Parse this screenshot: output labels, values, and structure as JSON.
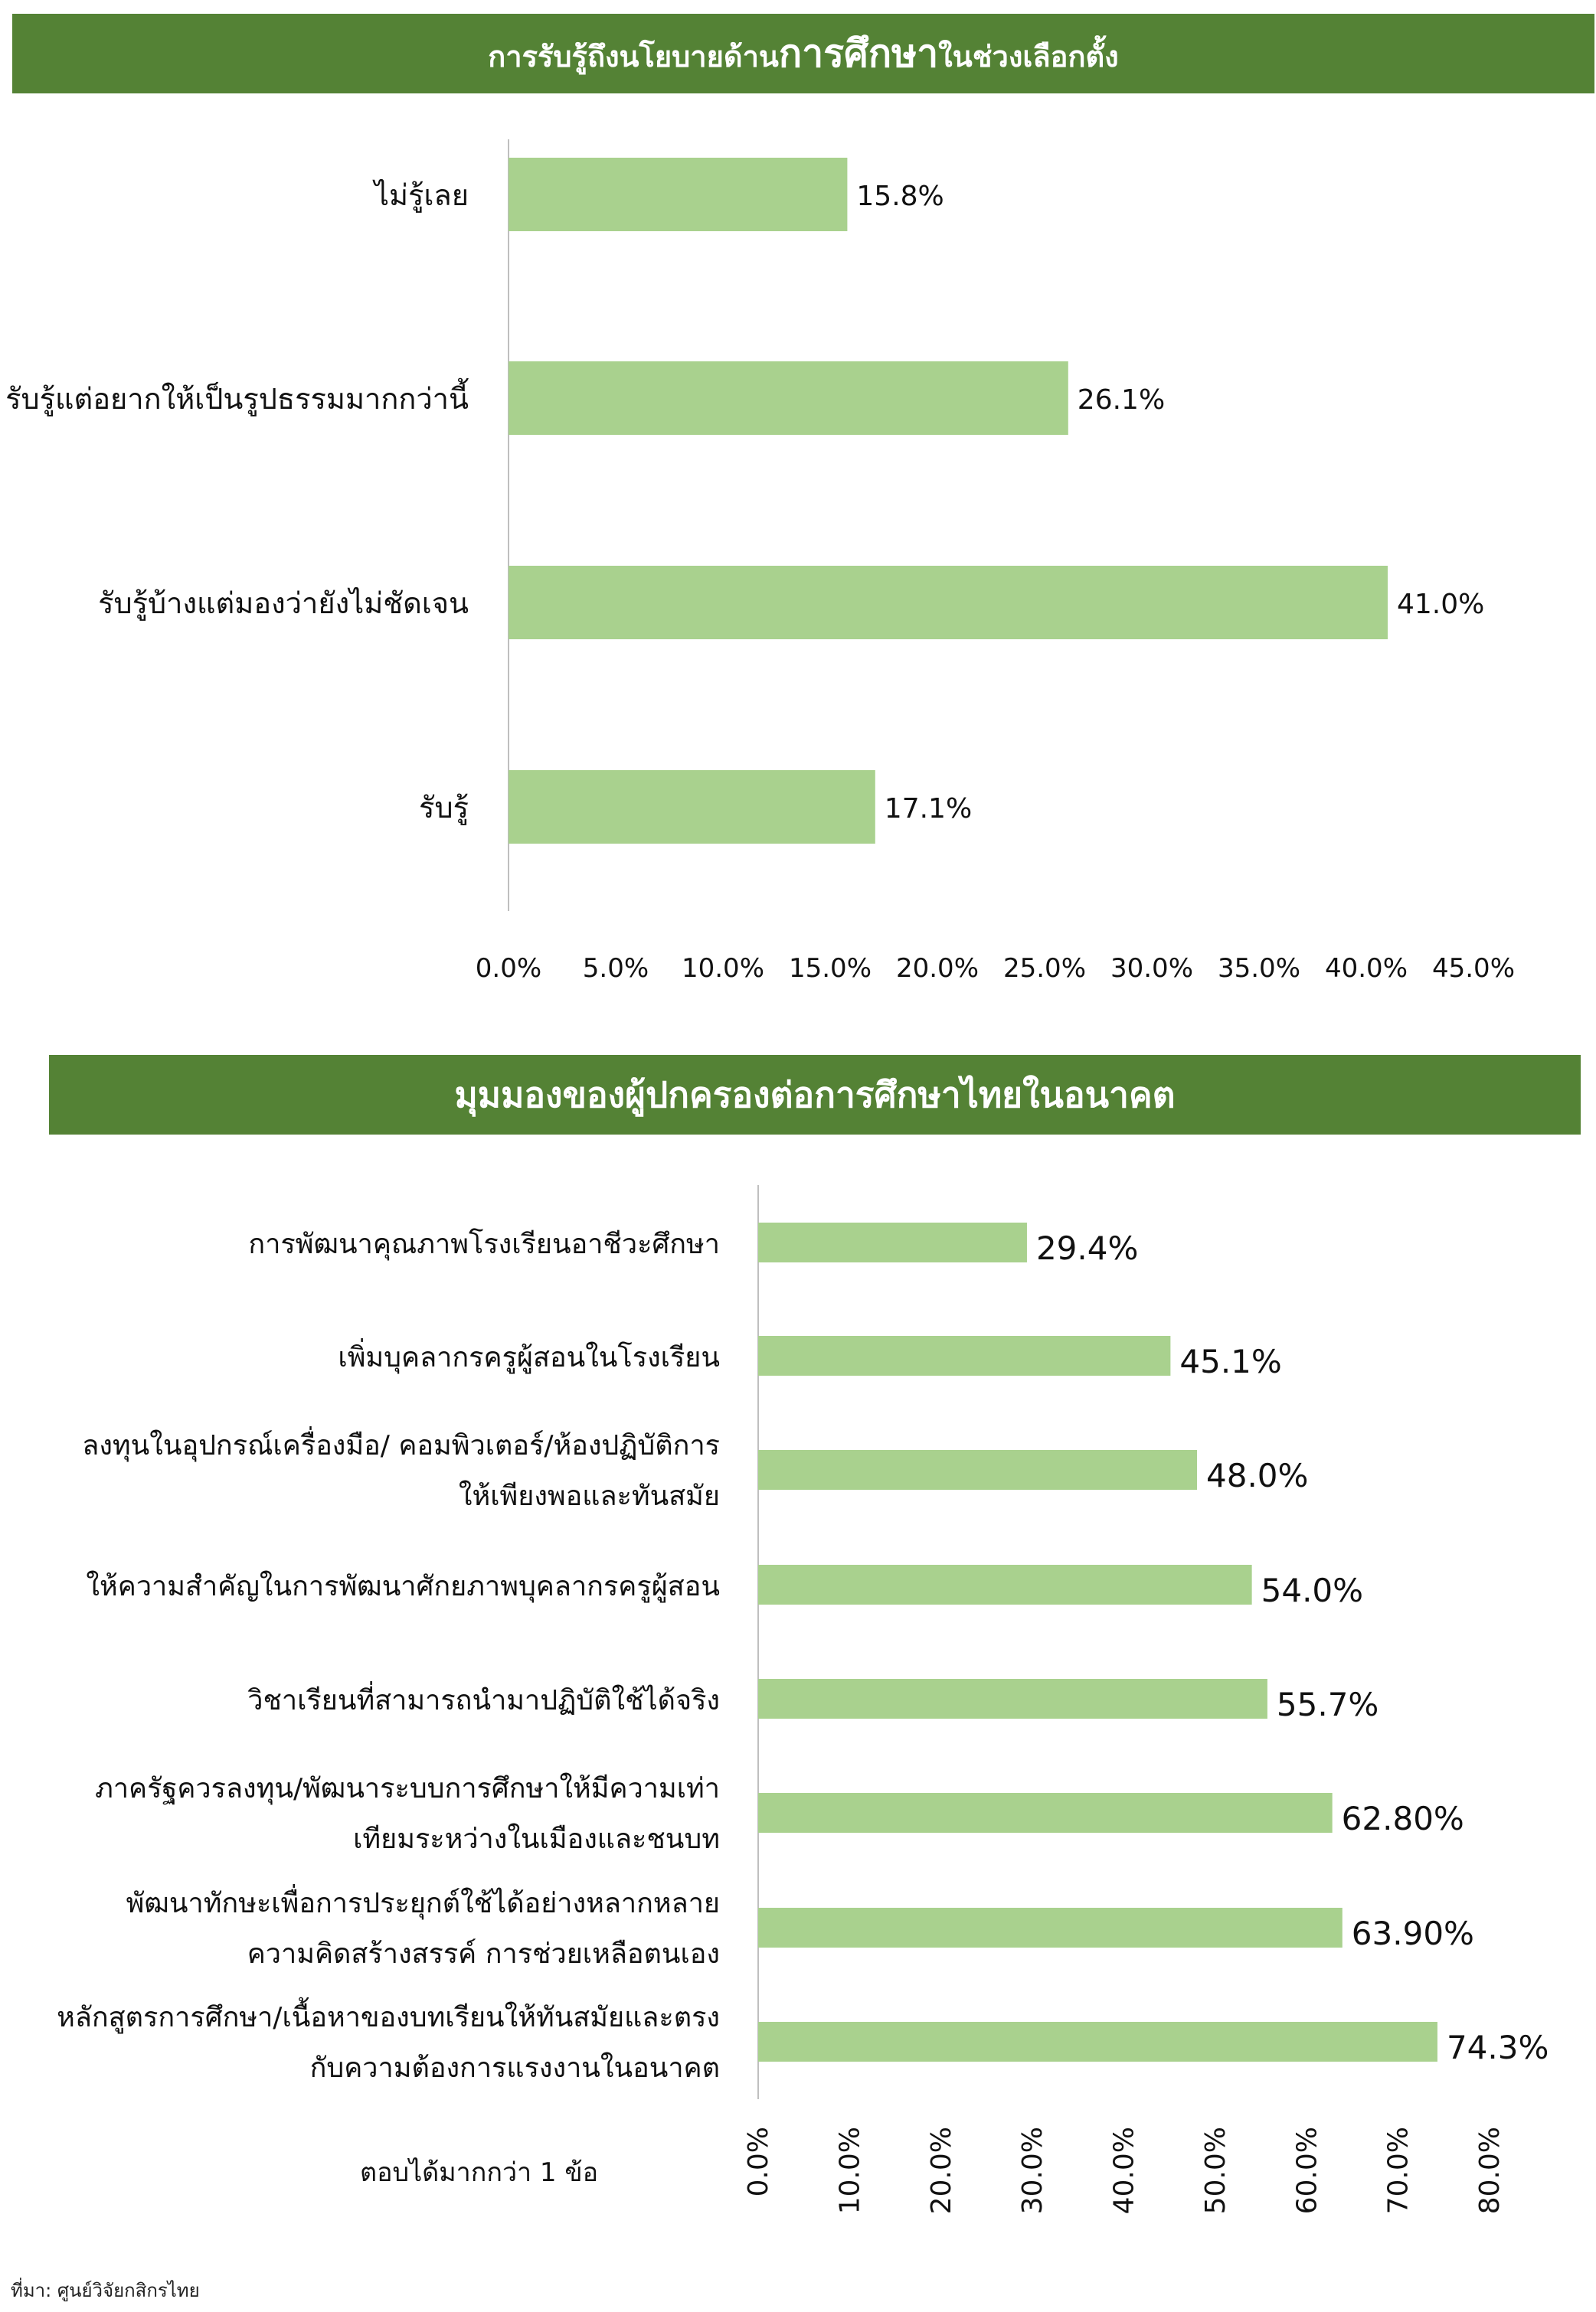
{
  "banner1": {
    "prefix": "การรับรู้ถึงนโยบายด้าน",
    "emphasis": "การศึกษา",
    "suffix": "ในช่วงเลือกตั้ง"
  },
  "banner2": {
    "title": "มุมมองของผู้ปกครองต่อการศึกษาไทยในอนาคต"
  },
  "note": "ตอบได้มากกว่า 1 ข้อ",
  "source": "ที่มา: ศูนย์วิจัยกสิกรไทย",
  "colors": {
    "banner": "#548235",
    "bar": "#a9d18e",
    "axis": "#bfbfbf"
  },
  "chart_data": [
    {
      "type": "bar",
      "orientation": "horizontal",
      "categories": [
        "ไม่รู้เลย",
        "รับรู้แต่อยากให้เป็นรูปธรรมมากกว่านี้",
        "รับรู้บ้างแต่มองว่ายังไม่ชัดเจน",
        "รับรู้"
      ],
      "values": [
        15.8,
        26.1,
        41.0,
        17.1
      ],
      "value_labels": [
        "15.8%",
        "26.1%",
        "41.0%",
        "17.1%"
      ],
      "xlim": [
        0,
        45
      ],
      "ticks": [
        "0.0%",
        "5.0%",
        "10.0%",
        "15.0%",
        "20.0%",
        "25.0%",
        "30.0%",
        "35.0%",
        "40.0%",
        "45.0%"
      ],
      "grid": false
    },
    {
      "type": "bar",
      "orientation": "horizontal",
      "categories": [
        [
          "การพัฒนาคุณภาพโรงเรียนอาชีวะศึกษา"
        ],
        [
          "เพิ่มบุคลากรครูผู้สอนในโรงเรียน"
        ],
        [
          "ลงทุนในอุปกรณ์เครื่องมือ/ คอมพิวเตอร์/ห้องปฏิบัติการ",
          "ให้เพียงพอและทันสมัย"
        ],
        [
          "ให้ความสำคัญในการพัฒนาศักยภาพบุคลากรครูผู้สอน"
        ],
        [
          "วิชาเรียนที่สามารถนำมาปฏิบัติใช้ได้จริง"
        ],
        [
          "ภาครัฐควรลงทุน/พัฒนาระบบการศึกษาให้มีความเท่า",
          "เทียมระหว่างในเมืองและชนบท"
        ],
        [
          "พัฒนาทักษะเพื่อการประยุกต์ใช้ได้อย่างหลากหลาย",
          "ความคิดสร้างสรรค์ การช่วยเหลือตนเอง"
        ],
        [
          "หลักสูตรการศึกษา/เนื้อหาของบทเรียนให้ทันสมัยและตรง",
          "กับความต้องการแรงงานในอนาคต"
        ]
      ],
      "values": [
        29.4,
        45.1,
        48.0,
        54.0,
        55.7,
        62.8,
        63.9,
        74.3
      ],
      "value_labels": [
        "29.4%",
        "45.1%",
        "48.0%",
        "54.0%",
        "55.7%",
        "62.80%",
        "63.90%",
        "74.3%"
      ],
      "xlim": [
        0,
        80
      ],
      "ticks": [
        "0.0%",
        "10.0%",
        "20.0%",
        "30.0%",
        "40.0%",
        "50.0%",
        "60.0%",
        "70.0%",
        "80.0%"
      ],
      "grid": false
    }
  ]
}
